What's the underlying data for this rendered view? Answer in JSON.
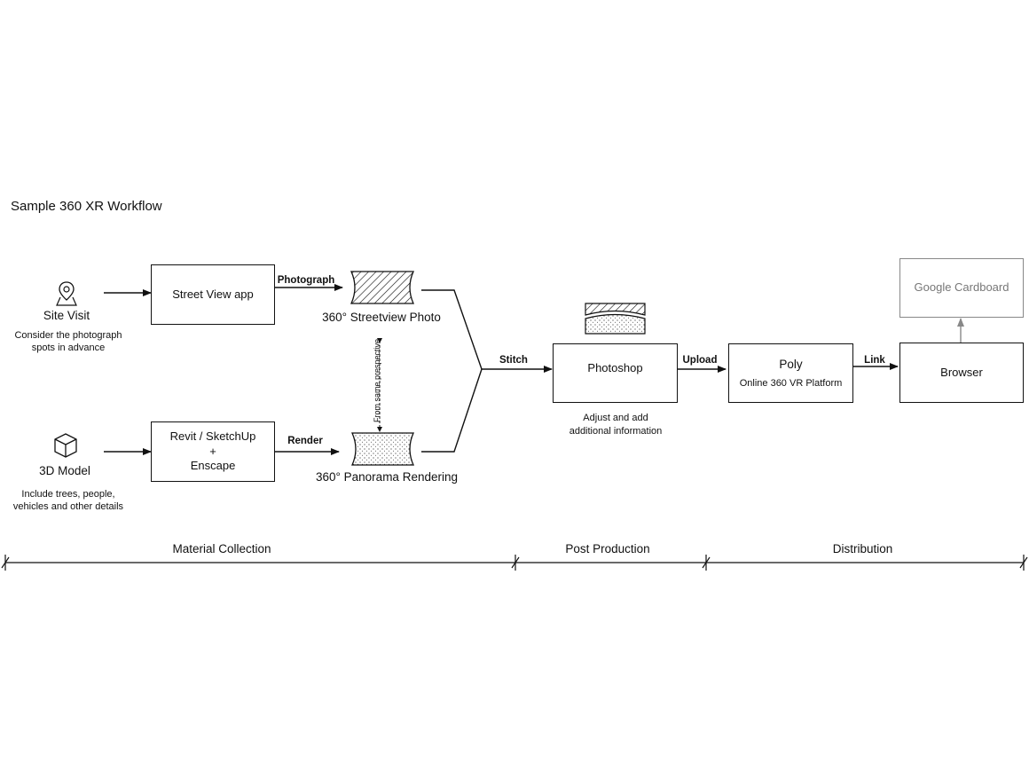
{
  "title": "Sample 360 XR Workflow",
  "nodes": {
    "site_visit": {
      "label": "Site Visit",
      "note_line1": "Consider the photograph",
      "note_line2": "spots in advance",
      "icon": "map-pin-icon"
    },
    "model_3d": {
      "label": "3D Model",
      "note_line1": "Include trees, people,",
      "note_line2": "vehicles and other details",
      "icon": "cube-icon"
    },
    "street_view_app": {
      "label": "Street View app"
    },
    "revit": {
      "line1": "Revit / SketchUp",
      "line2": "+",
      "line3": "Enscape"
    },
    "streetview_photo": {
      "label": "360° Streetview Photo"
    },
    "panorama_rendering": {
      "label": "360° Panorama Rendering"
    },
    "photoshop": {
      "label": "Photoshop",
      "note_line1": "Adjust and add",
      "note_line2": "additional information"
    },
    "poly": {
      "label": "Poly",
      "sub": "Online 360 VR Platform"
    },
    "browser": {
      "label": "Browser"
    },
    "google_cardboard": {
      "label": "Google Cardboard"
    }
  },
  "edges": {
    "photograph": "Photograph",
    "render": "Render",
    "stitch": "Stitch",
    "upload": "Upload",
    "link": "Link",
    "same_perspective": "From same prespective"
  },
  "phases": [
    "Material Collection",
    "Post Production",
    "Distribution"
  ]
}
